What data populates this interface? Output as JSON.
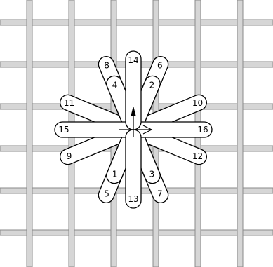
{
  "figure": {
    "title": "",
    "center_arrow": "right-arrow",
    "center_tick": "up-arrow-tick",
    "colors": {
      "background": "#ffffff",
      "grid_fill": "#d6d6d6",
      "grid_stroke": "#8a8a8a",
      "stitch_fill": "#ffffff",
      "stitch_stroke": "#000000"
    }
  },
  "stitches": [
    {
      "label": "1",
      "angle": 112.5,
      "length": "short"
    },
    {
      "label": "2",
      "angle": -67.5,
      "length": "short"
    },
    {
      "label": "3",
      "angle": 67.5,
      "length": "short"
    },
    {
      "label": "4",
      "angle": -112.5,
      "length": "short"
    },
    {
      "label": "5",
      "angle": 112.5,
      "length": "long"
    },
    {
      "label": "6",
      "angle": -67.5,
      "length": "long"
    },
    {
      "label": "7",
      "angle": 67.5,
      "length": "long"
    },
    {
      "label": "8",
      "angle": -112.5,
      "length": "long"
    },
    {
      "label": "9",
      "angle": 157.5,
      "length": "long"
    },
    {
      "label": "10",
      "angle": -22.5,
      "length": "long"
    },
    {
      "label": "11",
      "angle": -157.5,
      "length": "long"
    },
    {
      "label": "12",
      "angle": 22.5,
      "length": "long"
    },
    {
      "label": "13",
      "angle": 90,
      "length": "long"
    },
    {
      "label": "14",
      "angle": -90,
      "length": "long"
    },
    {
      "label": "15",
      "angle": 180,
      "length": "long"
    },
    {
      "label": "16",
      "angle": 0,
      "length": "long"
    }
  ]
}
